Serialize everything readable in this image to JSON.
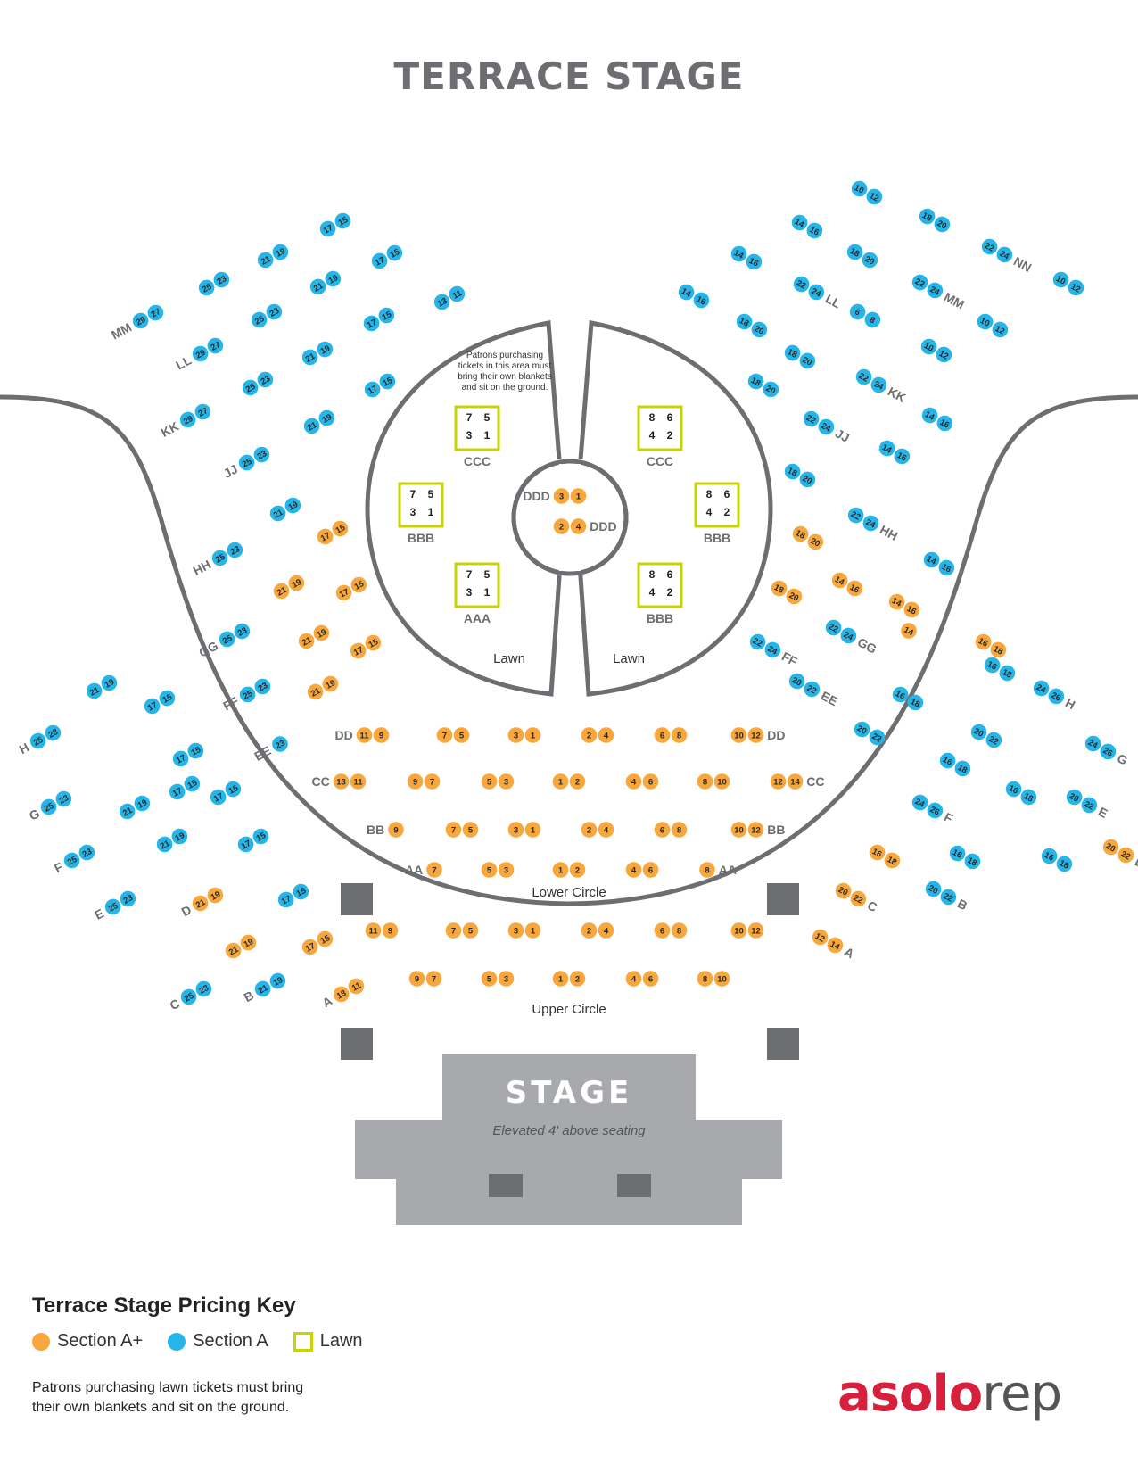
{
  "title": "TERRACE STAGE",
  "colors": {
    "a_plus": "#f8a73c",
    "a": "#26b5e8",
    "lawn": "#c8d400",
    "track": "#6d6e71",
    "stage": "#a7a9ac",
    "block": "#6d6e71"
  },
  "lawn_note": [
    "Patrons purchasing",
    "tickets in this area must",
    "bring their own blankets",
    "and sit on the ground."
  ],
  "circle_labels": {
    "lower": "Lower Circle",
    "upper": "Upper Circle",
    "lawn_left": "Lawn",
    "lawn_right": "Lawn"
  },
  "stage": {
    "title": "STAGE",
    "subtitle": "Elevated 4' above seating"
  },
  "lawn_boxes": [
    {
      "label": "CCC",
      "nums": [
        "7",
        "5",
        "3",
        "1"
      ]
    },
    {
      "label": "BBB",
      "nums": [
        "7",
        "5",
        "3",
        "1"
      ]
    },
    {
      "label": "AAA",
      "nums": [
        "7",
        "5",
        "3",
        "1"
      ]
    },
    {
      "label": "CCC",
      "nums": [
        "8",
        "6",
        "4",
        "2"
      ]
    },
    {
      "label": "BBB",
      "nums": [
        "8",
        "6",
        "4",
        "2"
      ]
    },
    {
      "label": "BBB",
      "nums": [
        "8",
        "6",
        "4",
        "2"
      ]
    }
  ],
  "seat_groups": [
    {
      "s": "A+",
      "n": [
        "11",
        "9"
      ],
      "row": "DD",
      "side": "before"
    },
    {
      "s": "A+",
      "n": [
        "7",
        "5"
      ]
    },
    {
      "s": "A+",
      "n": [
        "3",
        "1"
      ]
    },
    {
      "s": "A+",
      "n": [
        "2",
        "4"
      ]
    },
    {
      "s": "A+",
      "n": [
        "6",
        "8"
      ]
    },
    {
      "s": "A+",
      "n": [
        "10",
        "12"
      ],
      "row": "DD",
      "side": "after"
    },
    {
      "s": "A+",
      "n": [
        "13",
        "11"
      ],
      "row": "CC",
      "side": "before"
    },
    {
      "s": "A+",
      "n": [
        "9",
        "7"
      ]
    },
    {
      "s": "A+",
      "n": [
        "5",
        "3"
      ]
    },
    {
      "s": "A+",
      "n": [
        "1",
        "2"
      ]
    },
    {
      "s": "A+",
      "n": [
        "4",
        "6"
      ]
    },
    {
      "s": "A+",
      "n": [
        "8",
        "10"
      ]
    },
    {
      "s": "A+",
      "n": [
        "12",
        "14"
      ],
      "row": "CC",
      "side": "after"
    },
    {
      "s": "A+",
      "n": [
        "9"
      ],
      "row": "BB",
      "side": "before"
    },
    {
      "s": "A+",
      "n": [
        "7",
        "5"
      ]
    },
    {
      "s": "A+",
      "n": [
        "3",
        "1"
      ]
    },
    {
      "s": "A+",
      "n": [
        "2",
        "4"
      ]
    },
    {
      "s": "A+",
      "n": [
        "6",
        "8"
      ]
    },
    {
      "s": "A+",
      "n": [
        "10",
        "12"
      ],
      "row": "BB",
      "side": "after"
    },
    {
      "s": "A+",
      "n": [
        "7"
      ],
      "row": "AA",
      "side": "before"
    },
    {
      "s": "A+",
      "n": [
        "5",
        "3"
      ]
    },
    {
      "s": "A+",
      "n": [
        "1",
        "2"
      ]
    },
    {
      "s": "A+",
      "n": [
        "4",
        "6"
      ]
    },
    {
      "s": "A+",
      "n": [
        "8"
      ],
      "row": "AA",
      "side": "after"
    },
    {
      "s": "A+",
      "n": [
        "11",
        "9"
      ]
    },
    {
      "s": "A+",
      "n": [
        "7",
        "5"
      ]
    },
    {
      "s": "A+",
      "n": [
        "3",
        "1"
      ]
    },
    {
      "s": "A+",
      "n": [
        "2",
        "4"
      ]
    },
    {
      "s": "A+",
      "n": [
        "6",
        "8"
      ]
    },
    {
      "s": "A+",
      "n": [
        "10",
        "12"
      ]
    },
    {
      "s": "A+",
      "n": [
        "9",
        "7"
      ]
    },
    {
      "s": "A+",
      "n": [
        "5",
        "3"
      ]
    },
    {
      "s": "A+",
      "n": [
        "1",
        "2"
      ]
    },
    {
      "s": "A+",
      "n": [
        "4",
        "6"
      ]
    },
    {
      "s": "A+",
      "n": [
        "8",
        "10"
      ]
    },
    {
      "s": "A+",
      "n": [
        "3",
        "1"
      ],
      "row": "DDD",
      "side": "before"
    },
    {
      "s": "A+",
      "n": [
        "2",
        "4"
      ],
      "row": "DDD",
      "side": "after"
    },
    {
      "s": "A",
      "n": [
        "29",
        "27"
      ],
      "row": "MM",
      "side": "before"
    },
    {
      "s": "A",
      "n": [
        "25",
        "23"
      ]
    },
    {
      "s": "A",
      "n": [
        "21",
        "19"
      ]
    },
    {
      "s": "A",
      "n": [
        "17",
        "15"
      ]
    },
    {
      "s": "A",
      "n": [
        "29",
        "27"
      ],
      "row": "LL",
      "side": "before"
    },
    {
      "s": "A",
      "n": [
        "25",
        "23"
      ]
    },
    {
      "s": "A",
      "n": [
        "21",
        "19"
      ]
    },
    {
      "s": "A",
      "n": [
        "17",
        "15"
      ]
    },
    {
      "s": "A",
      "n": [
        "29",
        "27"
      ],
      "row": "KK",
      "side": "before"
    },
    {
      "s": "A",
      "n": [
        "25",
        "23"
      ]
    },
    {
      "s": "A",
      "n": [
        "21",
        "19"
      ]
    },
    {
      "s": "A",
      "n": [
        "17",
        "15"
      ]
    },
    {
      "s": "A",
      "n": [
        "13",
        "11"
      ]
    },
    {
      "s": "A",
      "n": [
        "25",
        "23"
      ],
      "row": "JJ",
      "side": "before"
    },
    {
      "s": "A",
      "n": [
        "21",
        "19"
      ]
    },
    {
      "s": "A",
      "n": [
        "17",
        "15"
      ]
    },
    {
      "s": "A",
      "n": [
        "25",
        "23"
      ],
      "row": "HH",
      "side": "before"
    },
    {
      "s": "A",
      "n": [
        "21",
        "19"
      ]
    },
    {
      "s": "A+",
      "n": [
        "17",
        "15"
      ]
    },
    {
      "s": "A+",
      "n": [
        "21",
        "19"
      ]
    },
    {
      "s": "A+",
      "n": [
        "17",
        "15"
      ]
    },
    {
      "s": "A",
      "n": [
        "25",
        "23"
      ],
      "row": "GG",
      "side": "before"
    },
    {
      "s": "A+",
      "n": [
        "21",
        "19"
      ]
    },
    {
      "s": "A+",
      "n": [
        "17",
        "15"
      ]
    },
    {
      "s": "A",
      "n": [
        "25",
        "23"
      ],
      "row": "FF",
      "side": "before"
    },
    {
      "s": "A+",
      "n": [
        "21",
        "19"
      ]
    },
    {
      "s": "A",
      "n": [
        "23"
      ],
      "row": "EE",
      "side": "before"
    },
    {
      "s": "A",
      "n": [
        "25",
        "23"
      ],
      "row": "H",
      "side": "before"
    },
    {
      "s": "A",
      "n": [
        "21",
        "19"
      ]
    },
    {
      "s": "A",
      "n": [
        "17",
        "15"
      ]
    },
    {
      "s": "A",
      "n": [
        "17",
        "15"
      ]
    },
    {
      "s": "A",
      "n": [
        "25",
        "23"
      ],
      "row": "G",
      "side": "before"
    },
    {
      "s": "A",
      "n": [
        "21",
        "19"
      ]
    },
    {
      "s": "A",
      "n": [
        "17",
        "15"
      ]
    },
    {
      "s": "A",
      "n": [
        "17",
        "15"
      ]
    },
    {
      "s": "A",
      "n": [
        "25",
        "23"
      ],
      "row": "F",
      "side": "before"
    },
    {
      "s": "A",
      "n": [
        "21",
        "19"
      ]
    },
    {
      "s": "A",
      "n": [
        "17",
        "15"
      ]
    },
    {
      "s": "A",
      "n": [
        "25",
        "23"
      ],
      "row": "E",
      "side": "before"
    },
    {
      "s": "A+",
      "n": [
        "21",
        "19"
      ],
      "row": "D",
      "side": "before"
    },
    {
      "s": "A",
      "n": [
        "17",
        "15"
      ]
    },
    {
      "s": "A+",
      "n": [
        "21",
        "19"
      ]
    },
    {
      "s": "A+",
      "n": [
        "17",
        "15"
      ]
    },
    {
      "s": "A",
      "n": [
        "25",
        "23"
      ],
      "row": "C",
      "side": "before"
    },
    {
      "s": "A",
      "n": [
        "21",
        "19"
      ],
      "row": "B",
      "side": "before"
    },
    {
      "s": "A+",
      "n": [
        "13",
        "11"
      ],
      "row": "A",
      "side": "before"
    },
    {
      "s": "A",
      "n": [
        "10",
        "12"
      ]
    },
    {
      "s": "A",
      "n": [
        "14",
        "16"
      ]
    },
    {
      "s": "A",
      "n": [
        "18",
        "20"
      ]
    },
    {
      "s": "A",
      "n": [
        "22",
        "24"
      ],
      "row": "NN",
      "side": "after"
    },
    {
      "s": "A",
      "n": [
        "10",
        "12"
      ]
    },
    {
      "s": "A",
      "n": [
        "14",
        "16"
      ]
    },
    {
      "s": "A",
      "n": [
        "18",
        "20"
      ]
    },
    {
      "s": "A",
      "n": [
        "22",
        "24"
      ],
      "row": "MM",
      "side": "after"
    },
    {
      "s": "A",
      "n": [
        "10",
        "12"
      ]
    },
    {
      "s": "A",
      "n": [
        "14",
        "16"
      ]
    },
    {
      "s": "A",
      "n": [
        "18",
        "20"
      ]
    },
    {
      "s": "A",
      "n": [
        "22",
        "24"
      ],
      "row": "LL",
      "side": "after"
    },
    {
      "s": "A",
      "n": [
        "6",
        "8"
      ]
    },
    {
      "s": "A",
      "n": [
        "10",
        "12"
      ]
    },
    {
      "s": "A",
      "n": [
        "14",
        "16"
      ]
    },
    {
      "s": "A",
      "n": [
        "18",
        "20"
      ]
    },
    {
      "s": "A",
      "n": [
        "22",
        "24"
      ],
      "row": "KK",
      "side": "after"
    },
    {
      "s": "A",
      "n": [
        "14",
        "16"
      ]
    },
    {
      "s": "A",
      "n": [
        "18",
        "20"
      ]
    },
    {
      "s": "A",
      "n": [
        "22",
        "24"
      ],
      "row": "JJ",
      "side": "after"
    },
    {
      "s": "A",
      "n": [
        "14",
        "16"
      ]
    },
    {
      "s": "A",
      "n": [
        "18",
        "20"
      ]
    },
    {
      "s": "A",
      "n": [
        "22",
        "24"
      ],
      "row": "HH",
      "side": "after"
    },
    {
      "s": "A+",
      "n": [
        "14",
        "16"
      ]
    },
    {
      "s": "A+",
      "n": [
        "18",
        "20"
      ]
    },
    {
      "s": "A+",
      "n": [
        "14",
        "16"
      ]
    },
    {
      "s": "A+",
      "n": [
        "18",
        "20"
      ]
    },
    {
      "s": "A",
      "n": [
        "22",
        "24"
      ],
      "row": "GG",
      "side": "after"
    },
    {
      "s": "A+",
      "n": [
        "14"
      ]
    },
    {
      "s": "A+",
      "n": [
        "16",
        "18"
      ]
    },
    {
      "s": "A",
      "n": [
        "22",
        "24"
      ],
      "row": "FF",
      "side": "after"
    },
    {
      "s": "A",
      "n": [
        "20",
        "22"
      ],
      "row": "EE",
      "side": "after"
    },
    {
      "s": "A",
      "n": [
        "16",
        "18"
      ]
    },
    {
      "s": "A",
      "n": [
        "20",
        "22"
      ]
    },
    {
      "s": "A",
      "n": [
        "24",
        "26"
      ],
      "row": "H",
      "side": "after"
    },
    {
      "s": "A",
      "n": [
        "16",
        "18"
      ]
    },
    {
      "s": "A",
      "n": [
        "20",
        "22"
      ]
    },
    {
      "s": "A",
      "n": [
        "24",
        "26"
      ],
      "row": "G",
      "side": "after"
    },
    {
      "s": "A",
      "n": [
        "16",
        "18"
      ]
    },
    {
      "s": "A",
      "n": [
        "16",
        "18"
      ]
    },
    {
      "s": "A",
      "n": [
        "20",
        "22"
      ],
      "row": "E",
      "side": "after"
    },
    {
      "s": "A",
      "n": [
        "24",
        "26"
      ],
      "row": "F",
      "side": "after"
    },
    {
      "s": "A",
      "n": [
        "16",
        "18"
      ]
    },
    {
      "s": "A",
      "n": [
        "16",
        "18"
      ]
    },
    {
      "s": "A+",
      "n": [
        "20",
        "22"
      ],
      "row": "D",
      "side": "after"
    },
    {
      "s": "A+",
      "n": [
        "16",
        "18"
      ]
    },
    {
      "s": "A+",
      "n": [
        "20",
        "22"
      ],
      "row": "C",
      "side": "after"
    },
    {
      "s": "A",
      "n": [
        "20",
        "22"
      ],
      "row": "B",
      "side": "after"
    },
    {
      "s": "A+",
      "n": [
        "12",
        "14"
      ],
      "row": "A",
      "side": "after"
    }
  ],
  "legend": {
    "title": "Terrace Stage Pricing Key",
    "a_plus": "Section A+",
    "a": "Section A",
    "lawn": "Lawn",
    "note": "Patrons purchasing lawn tickets must bring their own blankets and sit on the ground."
  },
  "logo": {
    "part1": "asolo",
    "part2": "rep"
  }
}
